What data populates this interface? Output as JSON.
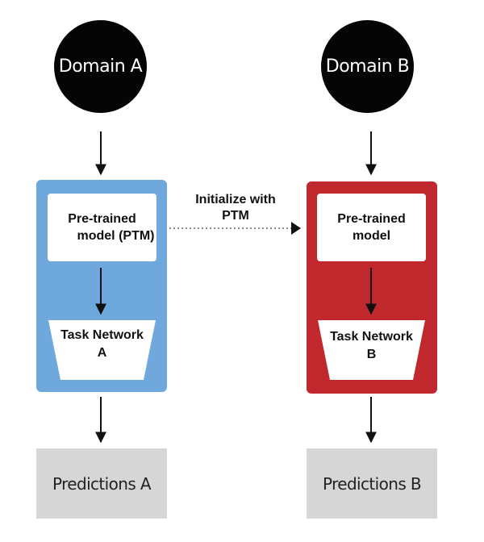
{
  "diagram": {
    "domain_a": "Domain A",
    "domain_b": "Domain B",
    "ptm_a_line1": "Pre-trained",
    "ptm_a_line2": "model (PTM)",
    "ptm_b_line1": "Pre-trained",
    "ptm_b_line2": "model",
    "task_a_line1": "Task Network",
    "task_a_line2": "A",
    "task_b_line1": "Task Network",
    "task_b_line2": "B",
    "initialize_line1": "Initialize with",
    "initialize_line2": "PTM",
    "predictions_a": "Predictions A",
    "predictions_b": "Predictions B"
  },
  "colors": {
    "domain_circle": "#050505",
    "panel_a": "#6fa8dc",
    "panel_b": "#c0282d",
    "predictions": "#d6d6d6",
    "arrow": "#111111"
  }
}
